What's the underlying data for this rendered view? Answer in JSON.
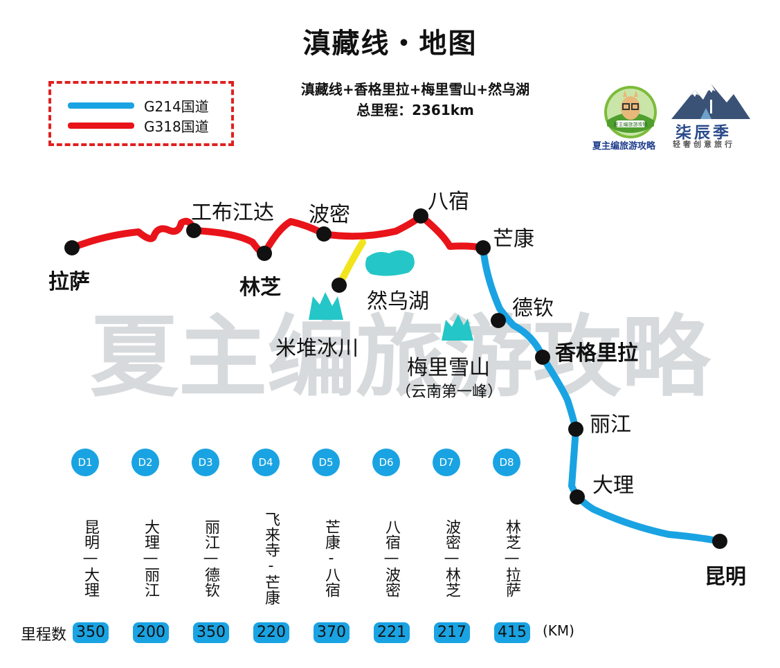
{
  "title": "滇藏线・地图",
  "subtitle_line1": "滇藏线+香格里拉+梅里雪山+然乌湖",
  "subtitle_line2": "总里程：2361km",
  "legend": {
    "items": [
      {
        "label": "G214国道",
        "color": "#1aa3e2"
      },
      {
        "label": "G318国道",
        "color": "#e8141a"
      }
    ]
  },
  "colors": {
    "g214": "#1aa3e2",
    "g318": "#e8141a",
    "branch": "#f2e41c",
    "lake": "#25c6c7"
  },
  "map": {
    "places": {
      "lasa": "拉萨",
      "gongbu": "工布江达",
      "linzhi": "林芝",
      "bomi": "波密",
      "basu": "八宿",
      "mangkang": "芒康",
      "ranwuhu": "然乌湖",
      "miduibingchuan": "米堆冰川",
      "deqin": "德钦",
      "xianggelila": "香格里拉",
      "meilixueshan": "梅里雪山",
      "meili_note": "（云南第一峰）",
      "lijiang": "丽江",
      "dali": "大理",
      "kunming": "昆明"
    },
    "watermark": "夏主编旅游攻略"
  },
  "logos": {
    "logo1_caption": "夏主编旅游攻略",
    "logo1_badge": "夏主编旅游攻略",
    "logo2_title": "柒辰季",
    "logo2_caption": "轻奢创意旅行"
  },
  "itinerary": {
    "days": [
      {
        "day": "D1",
        "route": "昆明—大理",
        "km": "350"
      },
      {
        "day": "D2",
        "route": "大理—丽江",
        "km": "200"
      },
      {
        "day": "D3",
        "route": "丽江—德钦",
        "km": "350"
      },
      {
        "day": "D4",
        "route": "飞来寺-芒康",
        "km": "220"
      },
      {
        "day": "D5",
        "route": "芒康-八宿",
        "km": "370"
      },
      {
        "day": "D6",
        "route": "八宿—波密",
        "km": "221"
      },
      {
        "day": "D7",
        "route": "波密—林芝",
        "km": "217"
      },
      {
        "day": "D8",
        "route": "林芝—拉萨",
        "km": "415"
      }
    ],
    "km_label": "里程数",
    "km_unit": "(KM)"
  }
}
